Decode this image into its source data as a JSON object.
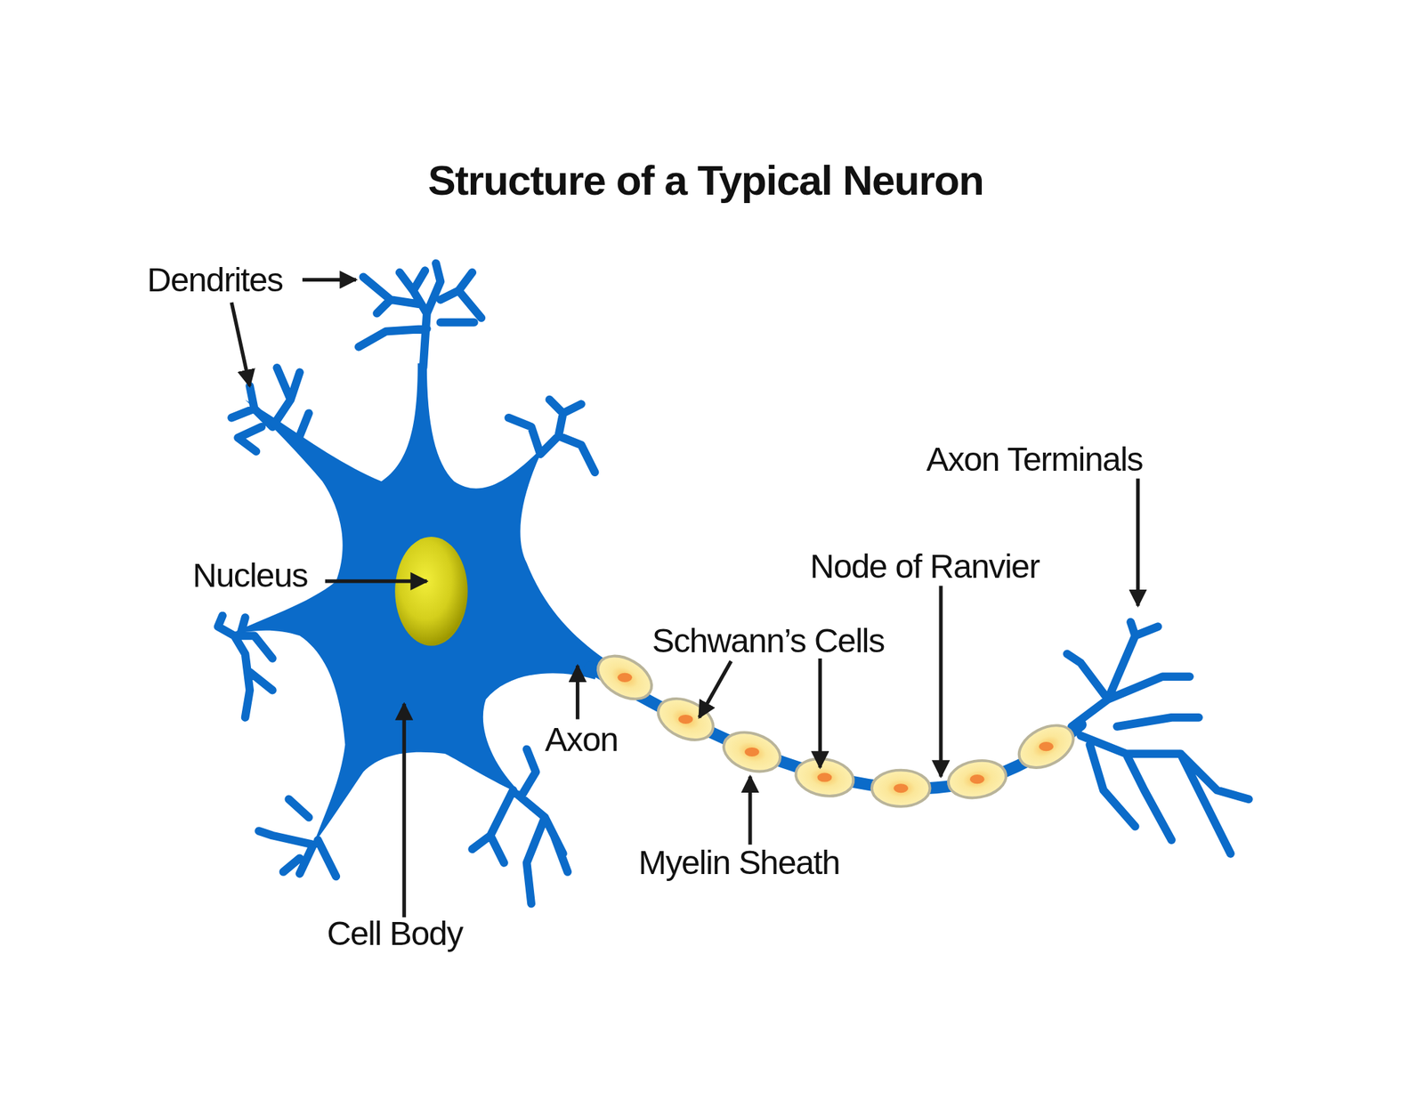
{
  "diagram": {
    "title": "Structure of a Typical Neuron",
    "labels": [
      "Dendrites",
      "Axon Terminals",
      "Nucleus",
      "Node of Ranvier",
      "Schwann’s Cells",
      "Axon",
      "Myelin Sheath",
      "Cell Body"
    ]
  }
}
